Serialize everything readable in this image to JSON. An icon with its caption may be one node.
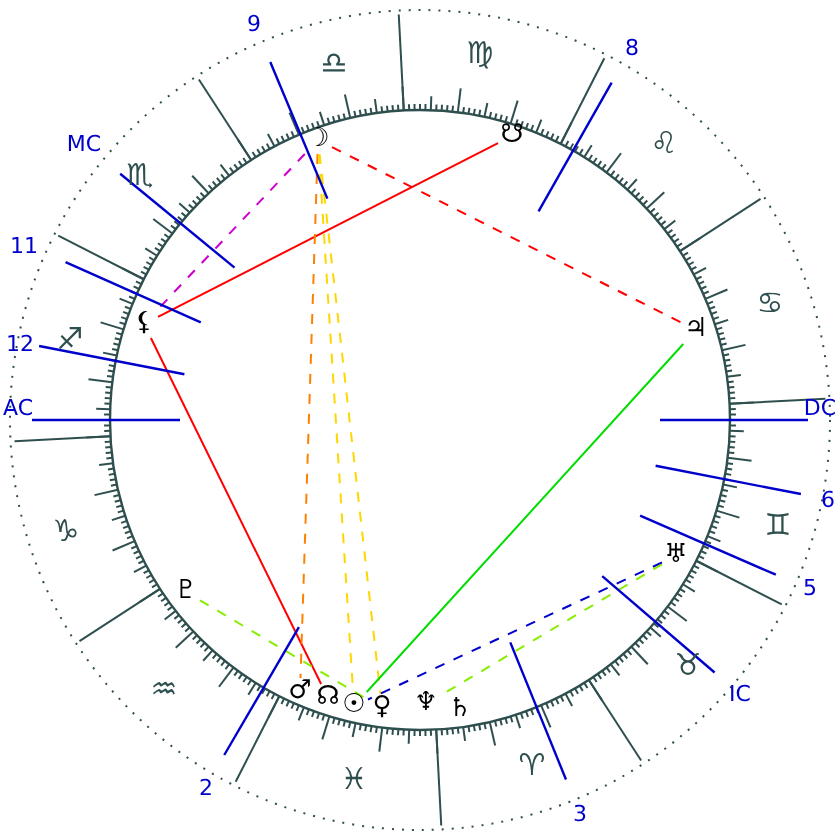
{
  "diagram": {
    "nodes": [
      {
        "text": [
          "☽"
        ]
      },
      {
        "text": [
          "☋"
        ]
      },
      {
        "text": [
          "⚸"
        ]
      },
      {
        "text": [
          "♃"
        ]
      },
      {
        "text": [
          "♅"
        ]
      },
      {
        "text": [
          "♇"
        ]
      },
      {
        "text": [
          "♂"
        ]
      },
      {
        "text": [
          "☊"
        ]
      },
      {
        "text": [
          "☉"
        ]
      },
      {
        "text": [
          "♀"
        ]
      },
      {
        "text": [
          "♆"
        ]
      },
      {
        "text": [
          "♄"
        ]
      }
    ],
    "edges": [
      {
        "from": 2,
        "to": 1,
        "arrow": "none",
        "color": "#ff0000"
      },
      {
        "from": 2,
        "to": 7,
        "arrow": "none",
        "color": "#ff0000"
      },
      {
        "from": 0,
        "to": 3,
        "arrow": "none",
        "style": "dashed",
        "color": "#ff0000"
      },
      {
        "from": 0,
        "to": 2,
        "arrow": "none",
        "style": "dashed",
        "color": "#cc00cc"
      },
      {
        "from": 0,
        "to": 6,
        "arrow": "none",
        "style": "dashed",
        "color": "#ff8000"
      },
      {
        "from": 0,
        "to": 8,
        "arrow": "none",
        "style": "dashed",
        "color": "#ffd700"
      },
      {
        "from": 0,
        "to": 9,
        "arrow": "none",
        "style": "dashed",
        "color": "#ffd700"
      },
      {
        "from": 3,
        "to": 8,
        "arrow": "none",
        "color": "#00dd00"
      },
      {
        "from": 5,
        "to": 9,
        "arrow": "none",
        "style": "dashed",
        "color": "#88ee00"
      },
      {
        "from": 4,
        "to": 8,
        "arrow": "none",
        "style": "dashed",
        "color": "#0000cc"
      },
      {
        "from": 4,
        "to": 10,
        "arrow": "none",
        "style": "dashed",
        "color": "#88ee00"
      }
    ],
    "labels": [
      "9",
      "♎",
      "♍",
      "8",
      "MC",
      "♏",
      "♌",
      "11",
      "♋",
      "12",
      "♐",
      "AC",
      "DC",
      "♊",
      "6",
      "♑",
      "5",
      "♉",
      "♒",
      "IC",
      "♓",
      "♈",
      "2",
      "3"
    ]
  }
}
